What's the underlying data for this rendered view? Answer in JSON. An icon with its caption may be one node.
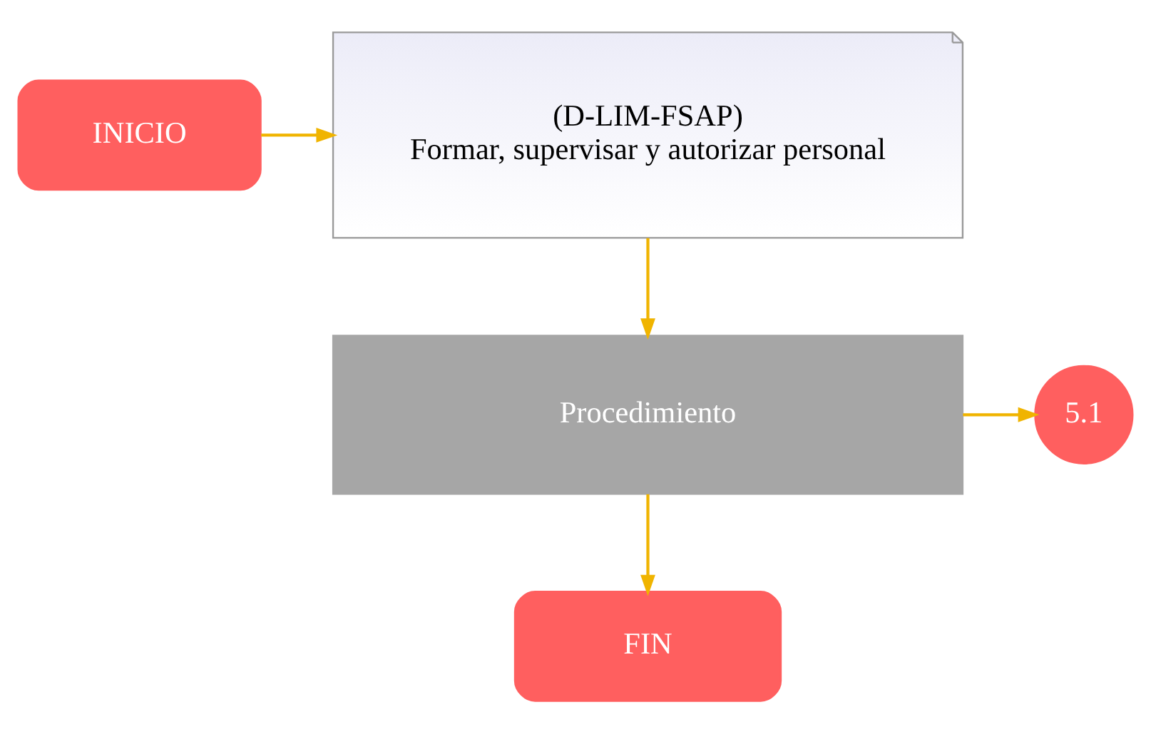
{
  "diagram": {
    "nodes": [
      {
        "text": [
          "INICIO"
        ]
      },
      {
        "text": [
          "(D-LIM-FSAP)",
          "Formar, supervisar y autorizar personal"
        ]
      },
      {
        "text": [
          "Procedimiento"
        ]
      },
      {
        "text": [
          "5.1"
        ]
      },
      {
        "text": [
          "FIN"
        ]
      }
    ],
    "edges": [
      {
        "from": 0,
        "to": 1,
        "arrow": "to"
      },
      {
        "from": 1,
        "to": 2,
        "arrow": "to"
      },
      {
        "from": 2,
        "to": 3,
        "arrow": "to"
      },
      {
        "from": 2,
        "to": 4,
        "arrow": "to"
      }
    ]
  }
}
